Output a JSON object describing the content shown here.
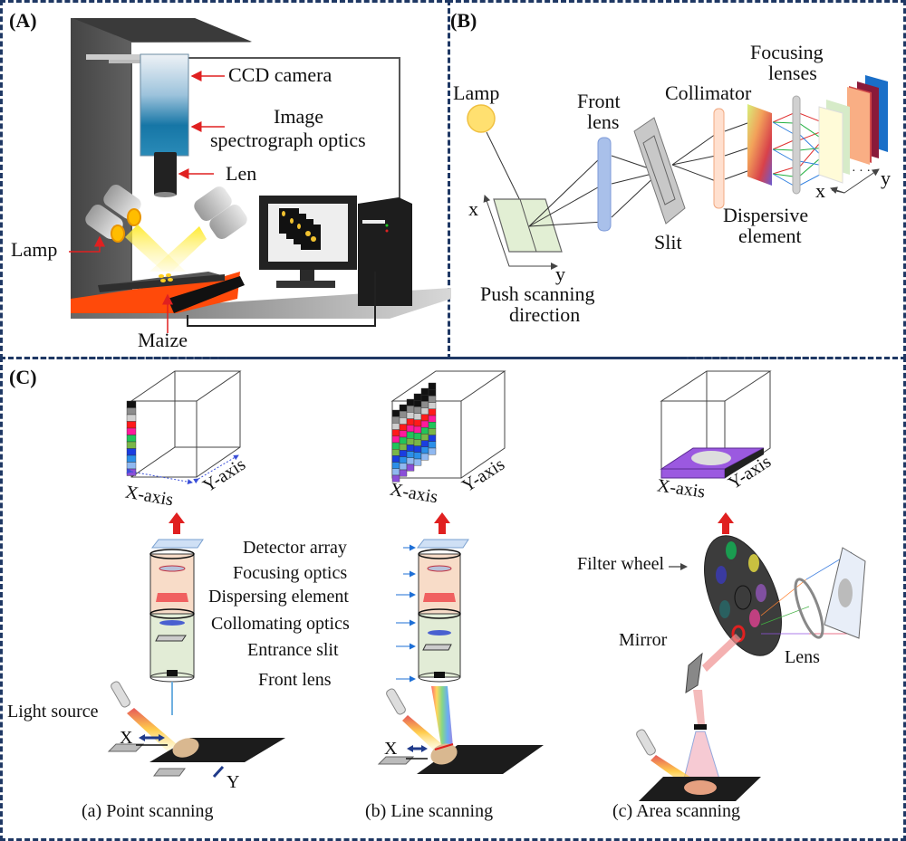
{
  "panels": {
    "A": {
      "tag": "(A)",
      "labels": {
        "ccd": "CCD camera",
        "image1": "Image",
        "image2": "spectrograph optics",
        "len": "Len",
        "lamp": "Lamp",
        "maize": "Maize"
      }
    },
    "B": {
      "tag": "(B)",
      "labels": {
        "lamp": "Lamp",
        "front1": "Front",
        "front2": "lens",
        "collimator": "Collimator",
        "focusing1": "Focusing",
        "focusing2": "lenses",
        "slit": "Slit",
        "disp1": "Dispersive",
        "disp2": "element",
        "push1": "Push scanning",
        "push2": "direction",
        "x": "x",
        "y": "y",
        "x2": "x",
        "y2": "y"
      }
    },
    "C": {
      "tag": "(C)",
      "axis_x": "X-axis",
      "axis_y": "Y-axis",
      "components": [
        "Detector array",
        "Focusing optics",
        "Dispersing element",
        "Collomating optics",
        "Entrance slit",
        "Front lens"
      ],
      "light_source": "Light source",
      "X": "X",
      "Y": "Y",
      "captions": [
        "(a) Point scanning",
        "(b) Line scanning",
        "(c) Area scanning"
      ],
      "filter_wheel": "Filter wheel",
      "mirror": "Mirror",
      "lens": "Lens"
    }
  },
  "colors": {
    "frame": "#1f3864",
    "arrow_red": "#e02020",
    "arrow_blue": "#1e6fd6",
    "conveyor": "#ff4a0a",
    "lamp_glow": "#ffd400"
  },
  "spectral_bands": [
    "#111111",
    "#8c8c8c",
    "#cfcfcf",
    "#ff1a1a",
    "#ff1a9c",
    "#21c45a",
    "#7ab648",
    "#1a3de0",
    "#2b8fe8",
    "#8fb8f0",
    "#8a4fd8"
  ]
}
